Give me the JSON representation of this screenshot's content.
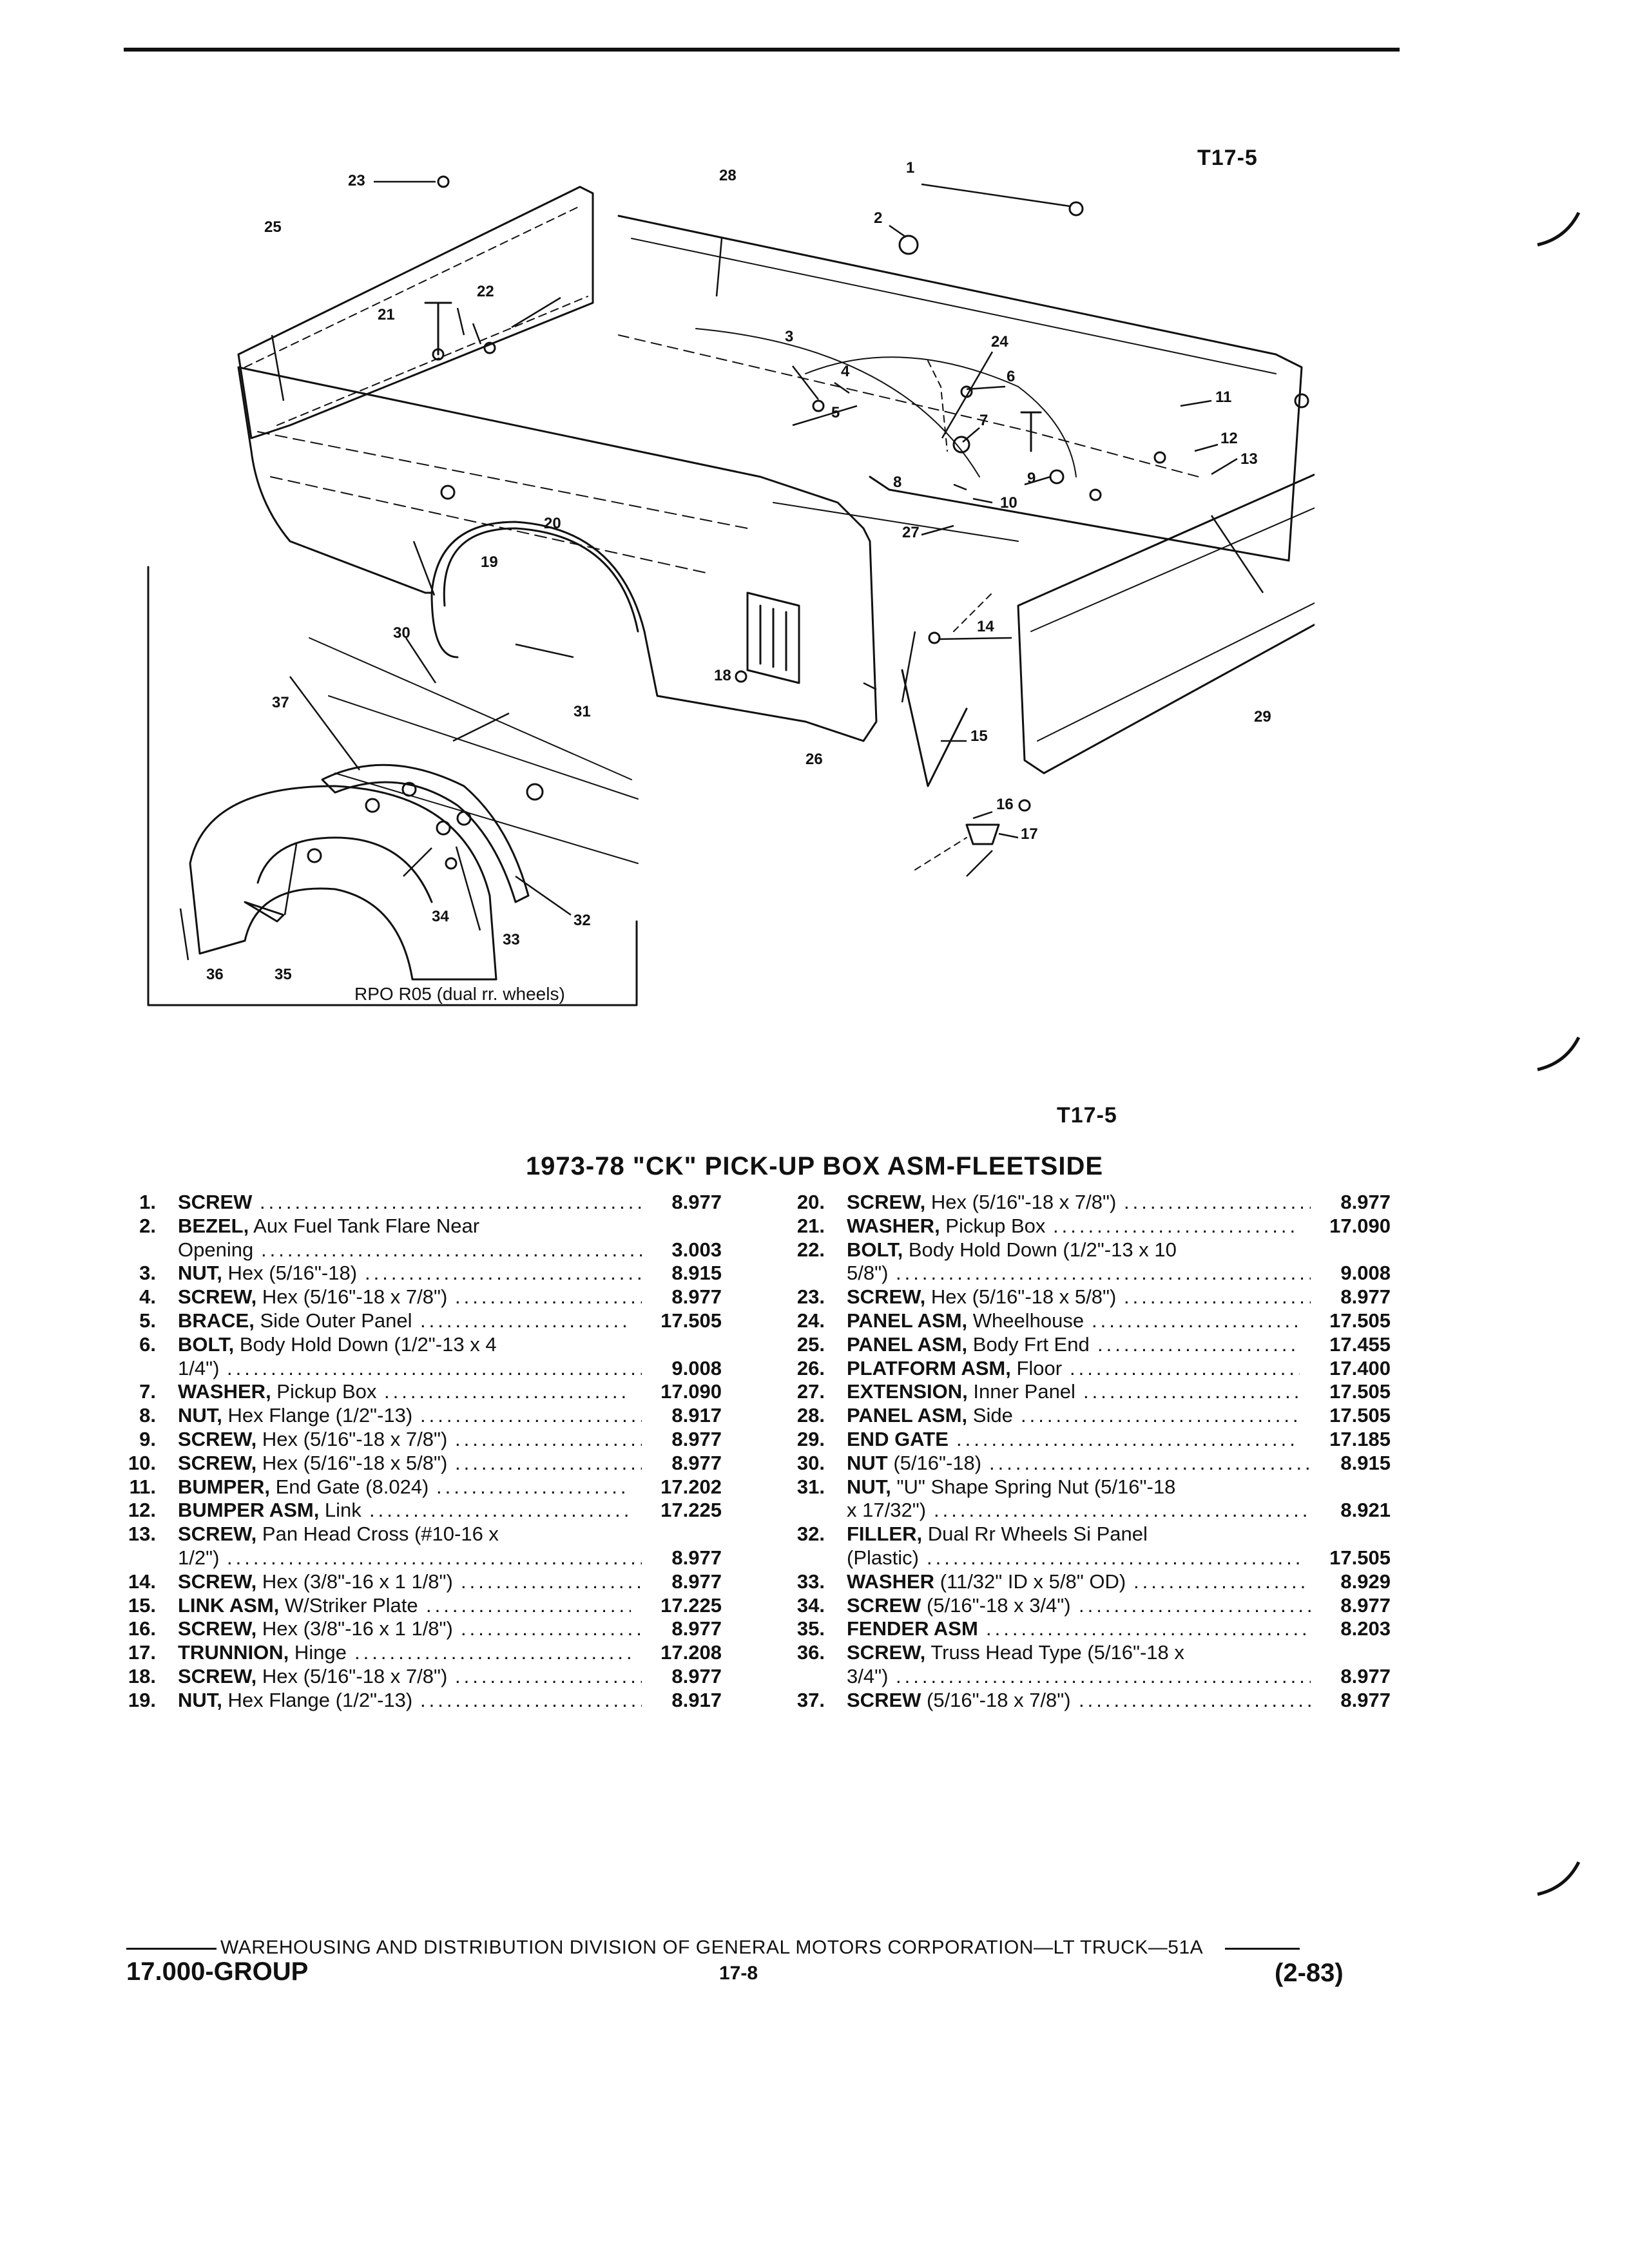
{
  "figure_code_top": "T17-5",
  "figure_code_mid": "T17-5",
  "title": "1973-78 \"CK\" PICK-UP BOX ASM-FLEETSIDE",
  "inset_note": "RPO R05 (dual rr. wheels)",
  "callouts": [
    "1",
    "2",
    "3",
    "4",
    "5",
    "6",
    "7",
    "8",
    "9",
    "10",
    "11",
    "12",
    "13",
    "14",
    "15",
    "16",
    "17",
    "18",
    "19",
    "20",
    "21",
    "22",
    "23",
    "24",
    "25",
    "26",
    "27",
    "28",
    "29",
    "30",
    "31",
    "32",
    "33",
    "34",
    "35",
    "36",
    "37"
  ],
  "parts_left": [
    {
      "lines": [
        {
          "num": "1.",
          "name": "SCREW",
          "rest": "",
          "code": "8.977"
        }
      ]
    },
    {
      "lines": [
        {
          "num": "2.",
          "name": "BEZEL,",
          "rest": " Aux Fuel Tank Flare Near",
          "code": ""
        },
        {
          "num": "",
          "name": "",
          "rest": "Opening",
          "code": "3.003"
        }
      ]
    },
    {
      "lines": [
        {
          "num": "3.",
          "name": "NUT,",
          "rest": " Hex (5/16\"-18)",
          "code": "8.915"
        }
      ]
    },
    {
      "lines": [
        {
          "num": "4.",
          "name": "SCREW,",
          "rest": " Hex (5/16\"-18 x 7/8\")",
          "code": "8.977"
        }
      ]
    },
    {
      "lines": [
        {
          "num": "5.",
          "name": "BRACE,",
          "rest": " Side Outer Panel",
          "code": "17.505"
        }
      ]
    },
    {
      "lines": [
        {
          "num": "6.",
          "name": "BOLT,",
          "rest": " Body Hold Down (1/2\"-13 x 4",
          "code": ""
        },
        {
          "num": "",
          "name": "",
          "rest": "1/4\")",
          "code": "9.008"
        }
      ]
    },
    {
      "lines": [
        {
          "num": "7.",
          "name": "WASHER,",
          "rest": " Pickup Box",
          "code": "17.090"
        }
      ]
    },
    {
      "lines": [
        {
          "num": "8.",
          "name": "NUT,",
          "rest": " Hex Flange (1/2\"-13)",
          "code": "8.917"
        }
      ]
    },
    {
      "lines": [
        {
          "num": "9.",
          "name": "SCREW,",
          "rest": " Hex (5/16\"-18 x 7/8\")",
          "code": "8.977"
        }
      ]
    },
    {
      "lines": [
        {
          "num": "10.",
          "name": "SCREW,",
          "rest": " Hex (5/16\"-18 x 5/8\")",
          "code": "8.977"
        }
      ]
    },
    {
      "lines": [
        {
          "num": "11.",
          "name": "BUMPER,",
          "rest": " End Gate (8.024)",
          "code": "17.202"
        }
      ]
    },
    {
      "lines": [
        {
          "num": "12.",
          "name": "BUMPER ASM,",
          "rest": " Link",
          "code": "17.225"
        }
      ]
    },
    {
      "lines": [
        {
          "num": "13.",
          "name": "SCREW,",
          "rest": " Pan Head Cross (#10-16 x",
          "code": ""
        },
        {
          "num": "",
          "name": "",
          "rest": "1/2\")",
          "code": "8.977"
        }
      ]
    },
    {
      "lines": [
        {
          "num": "14.",
          "name": "SCREW,",
          "rest": " Hex (3/8\"-16 x 1 1/8\")",
          "code": "8.977"
        }
      ]
    },
    {
      "lines": [
        {
          "num": "15.",
          "name": "LINK ASM,",
          "rest": " W/Striker Plate",
          "code": "17.225"
        }
      ]
    },
    {
      "lines": [
        {
          "num": "16.",
          "name": "SCREW,",
          "rest": " Hex (3/8\"-16 x 1 1/8\")",
          "code": "8.977"
        }
      ]
    },
    {
      "lines": [
        {
          "num": "17.",
          "name": "TRUNNION,",
          "rest": " Hinge",
          "code": "17.208"
        }
      ]
    },
    {
      "lines": [
        {
          "num": "18.",
          "name": "SCREW,",
          "rest": " Hex (5/16\"-18 x 7/8\")",
          "code": "8.977"
        }
      ]
    },
    {
      "lines": [
        {
          "num": "19.",
          "name": "NUT,",
          "rest": " Hex Flange (1/2\"-13)",
          "code": "8.917"
        }
      ]
    }
  ],
  "parts_right": [
    {
      "lines": [
        {
          "num": "20.",
          "name": "SCREW,",
          "rest": " Hex (5/16\"-18 x 7/8\")",
          "code": "8.977"
        }
      ]
    },
    {
      "lines": [
        {
          "num": "21.",
          "name": "WASHER,",
          "rest": " Pickup Box",
          "code": "17.090"
        }
      ]
    },
    {
      "lines": [
        {
          "num": "22.",
          "name": "BOLT,",
          "rest": " Body Hold Down (1/2\"-13 x 10",
          "code": ""
        },
        {
          "num": "",
          "name": "",
          "rest": "5/8\")",
          "code": "9.008"
        }
      ]
    },
    {
      "lines": [
        {
          "num": "23.",
          "name": "SCREW,",
          "rest": " Hex (5/16\"-18 x 5/8\")",
          "code": "8.977"
        }
      ]
    },
    {
      "lines": [
        {
          "num": "24.",
          "name": "PANEL ASM,",
          "rest": " Wheelhouse",
          "code": "17.505"
        }
      ]
    },
    {
      "lines": [
        {
          "num": "25.",
          "name": "PANEL ASM,",
          "rest": " Body Frt End",
          "code": "17.455"
        }
      ]
    },
    {
      "lines": [
        {
          "num": "26.",
          "name": "PLATFORM ASM,",
          "rest": " Floor",
          "code": "17.400"
        }
      ]
    },
    {
      "lines": [
        {
          "num": "27.",
          "name": "EXTENSION,",
          "rest": " Inner Panel",
          "code": "17.505"
        }
      ]
    },
    {
      "lines": [
        {
          "num": "28.",
          "name": "PANEL ASM,",
          "rest": " Side",
          "code": "17.505"
        }
      ]
    },
    {
      "lines": [
        {
          "num": "29.",
          "name": "END GATE",
          "rest": "",
          "code": "17.185"
        }
      ]
    },
    {
      "lines": [
        {
          "num": "30.",
          "name": "NUT",
          "rest": " (5/16\"-18)",
          "code": "8.915"
        }
      ]
    },
    {
      "lines": [
        {
          "num": "31.",
          "name": "NUT,",
          "rest": " \"U\" Shape Spring Nut (5/16\"-18",
          "code": ""
        },
        {
          "num": "",
          "name": "",
          "rest": "x 17/32\")",
          "code": "8.921"
        }
      ]
    },
    {
      "lines": [
        {
          "num": "32.",
          "name": "FILLER,",
          "rest": " Dual Rr Wheels Si Panel",
          "code": ""
        },
        {
          "num": "",
          "name": "",
          "rest": "(Plastic)",
          "code": "17.505"
        }
      ]
    },
    {
      "lines": [
        {
          "num": "33.",
          "name": "WASHER",
          "rest": " (11/32\" ID x 5/8\" OD)",
          "code": "8.929"
        }
      ]
    },
    {
      "lines": [
        {
          "num": "34.",
          "name": "SCREW",
          "rest": " (5/16\"-18 x 3/4\")",
          "code": "8.977"
        }
      ]
    },
    {
      "lines": [
        {
          "num": "35.",
          "name": "FENDER ASM",
          "rest": "",
          "code": "8.203"
        }
      ]
    },
    {
      "lines": [
        {
          "num": "36.",
          "name": "SCREW,",
          "rest": " Truss Head Type (5/16\"-18 x",
          "code": ""
        },
        {
          "num": "",
          "name": "",
          "rest": "3/4\")",
          "code": "8.977"
        }
      ]
    },
    {
      "lines": [
        {
          "num": "37.",
          "name": "SCREW",
          "rest": " (5/16\"-18 x 7/8\")",
          "code": "8.977"
        }
      ]
    }
  ],
  "footer": {
    "division": "WAREHOUSING AND DISTRIBUTION  DIVISION OF GENERAL MOTORS CORPORATION—LT TRUCK—51A",
    "group": "17.000-GROUP",
    "page": "17-8",
    "date": "(2-83)"
  }
}
